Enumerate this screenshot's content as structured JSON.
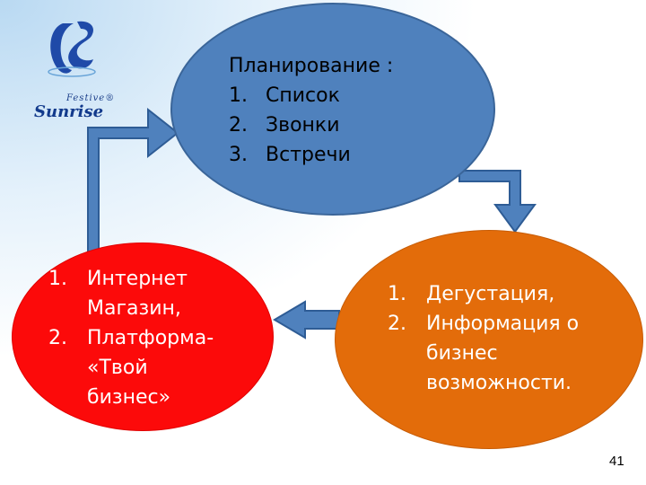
{
  "logo": {
    "mark": "FS",
    "small_text": "Festive®",
    "big_text": "Sunrise"
  },
  "planning": {
    "title": "Планирование :",
    "items": [
      {
        "num": "1.",
        "text": "Список"
      },
      {
        "num": "2.",
        "text": "Звонки"
      },
      {
        "num": "3.",
        "text": "Встречи"
      }
    ]
  },
  "tasting": {
    "items": [
      {
        "num": "1.",
        "lines": [
          "Дегустация,"
        ]
      },
      {
        "num": "2.",
        "lines": [
          "Информация о",
          "бизнес",
          "возможности."
        ]
      }
    ]
  },
  "online": {
    "items": [
      {
        "num": "1.",
        "lines": [
          "Интернет",
          "Магазин,"
        ]
      },
      {
        "num": "2.",
        "lines": [
          "Платформа-",
          "«Твой",
          "бизнес»"
        ]
      }
    ]
  },
  "colors": {
    "blue_node": "#4f81bd",
    "red_node": "#fc0a0a",
    "orange_node": "#e36c0a",
    "arrow": "#4f81bd"
  },
  "page_number": "41"
}
